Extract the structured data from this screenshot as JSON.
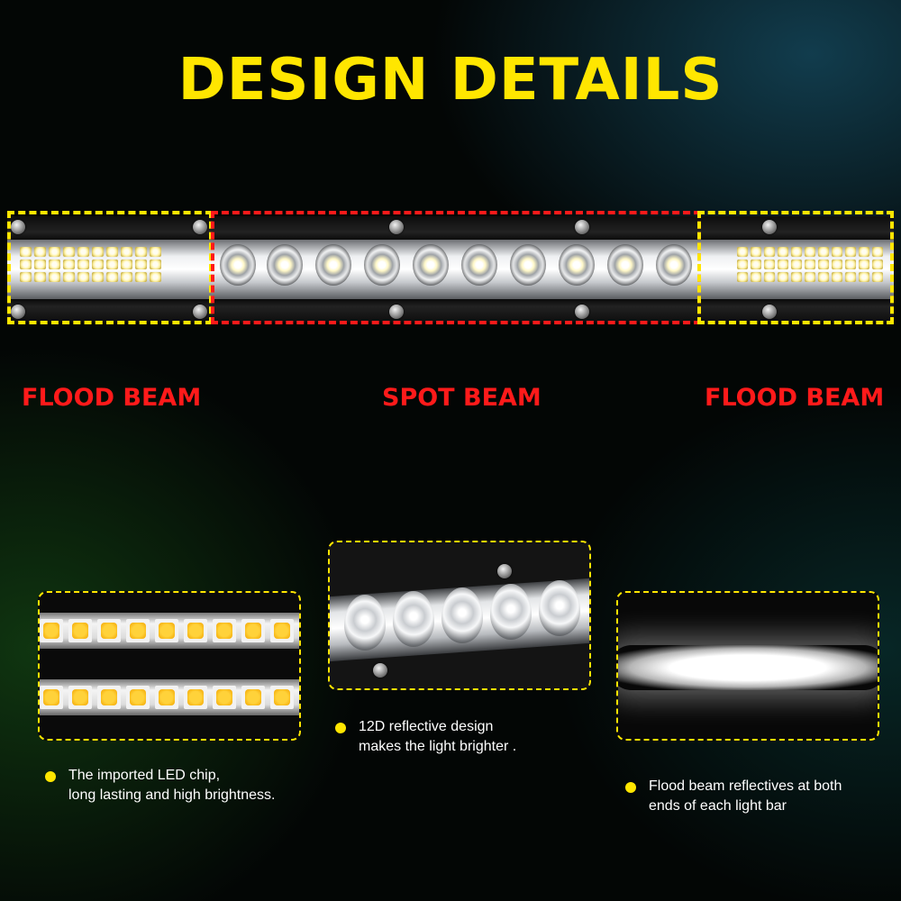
{
  "title": "DESIGN DETAILS",
  "beam_labels": {
    "left": "FLOOD BEAM",
    "center": "SPOT BEAM",
    "right": "FLOOD BEAM"
  },
  "features": [
    {
      "icon": "bullet-dot-icon",
      "line1": "The imported LED chip,",
      "line2": "long lasting and high brightness."
    },
    {
      "icon": "bullet-dot-icon",
      "line1": "12D reflective design",
      "line2": "makes the light brighter ."
    },
    {
      "icon": "bullet-dot-icon",
      "line1": "Flood beam reflectives at both",
      "line2": "ends of each light bar"
    }
  ],
  "colors": {
    "title": "#ffe600",
    "label": "#ff1a1a",
    "flood_outline": "#ffe600",
    "spot_outline": "#ff1a1a",
    "bullet": "#ffe600"
  }
}
